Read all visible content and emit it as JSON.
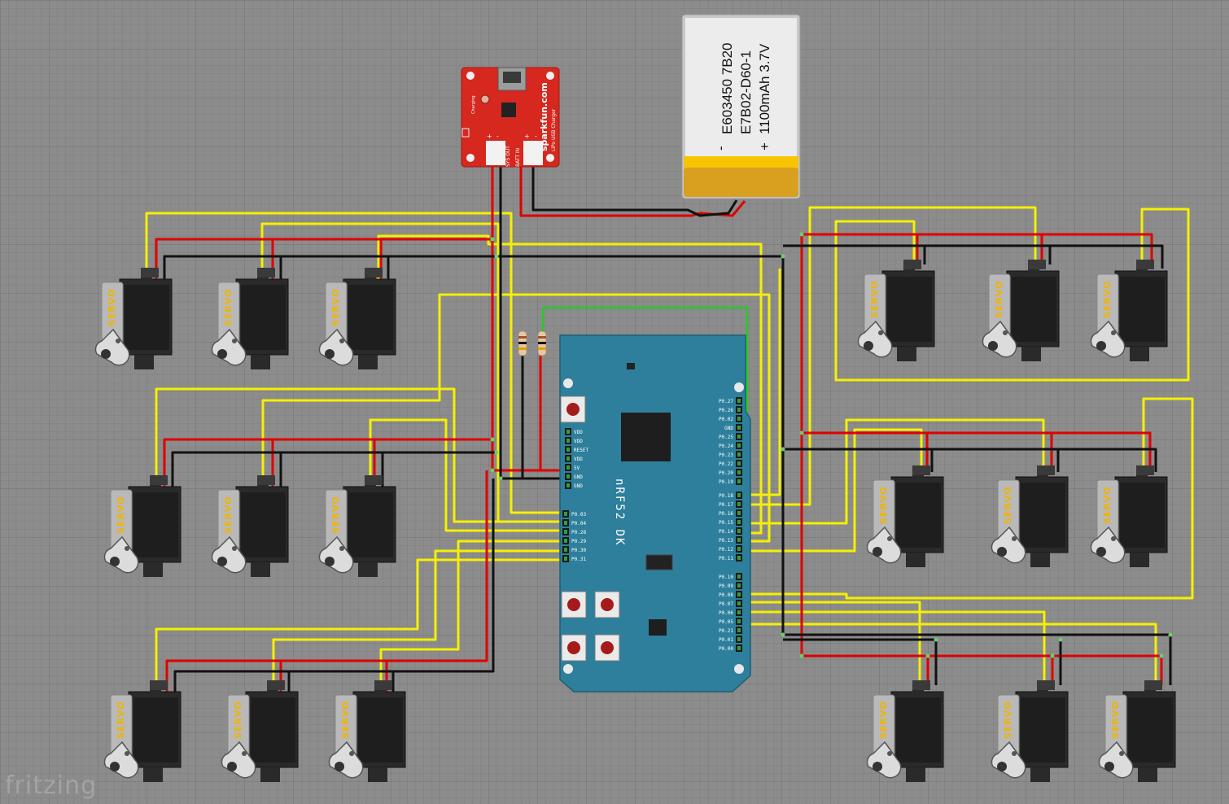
{
  "app": {
    "watermark": "fritzing"
  },
  "battery": {
    "minus": "-",
    "line1": "E603450 7B20",
    "line2": "E7B02-D60-1",
    "plus": "+",
    "line3": "1100mAh 3.7V"
  },
  "charger": {
    "brand": "sparkfun.com",
    "name": "LiPo USB Charger",
    "charging": "Charging",
    "sys_out": "SYS OUT",
    "batt_in": "BATT IN",
    "plus": "+",
    "minus": "-"
  },
  "board": {
    "name": "nRF52 DK",
    "left_power_pins": [
      "VDD",
      "VDD",
      "RESET",
      "VDD",
      "5V",
      "GND",
      "GND"
    ],
    "left_io_pins": [
      "P0.03",
      "P0.04",
      "P0.28",
      "P0.29",
      "P0.30",
      "P0.31"
    ],
    "right_top_pins": [
      "P0.27",
      "P0.26",
      "P0.02",
      "GND",
      "P0.25",
      "P0.24",
      "P0.23",
      "P0.22",
      "P0.20",
      "P0.19"
    ],
    "right_mid_pins": [
      "P0.18",
      "P0.17",
      "P0.16",
      "P0.15",
      "P0.14",
      "P0.13",
      "P0.12",
      "P0.11"
    ],
    "right_bot_pins": [
      "P0.10",
      "P0.09",
      "P0.08",
      "P0.07",
      "P0.06",
      "P0.05",
      "P0.21",
      "P0.01",
      "P0.00"
    ]
  },
  "servo_label": "SERVO",
  "colors": {
    "signal_wire": "#f5f000",
    "power_wire": "#e00000",
    "ground_wire": "#111111",
    "enable_wire": "#22cc22",
    "board": "#2d7f9c",
    "charger": "#d6281e",
    "battery_label": "#e8e8e8",
    "battery_band": "#f0b400",
    "servo_body": "#232323",
    "servo_label": "#f0b400"
  }
}
